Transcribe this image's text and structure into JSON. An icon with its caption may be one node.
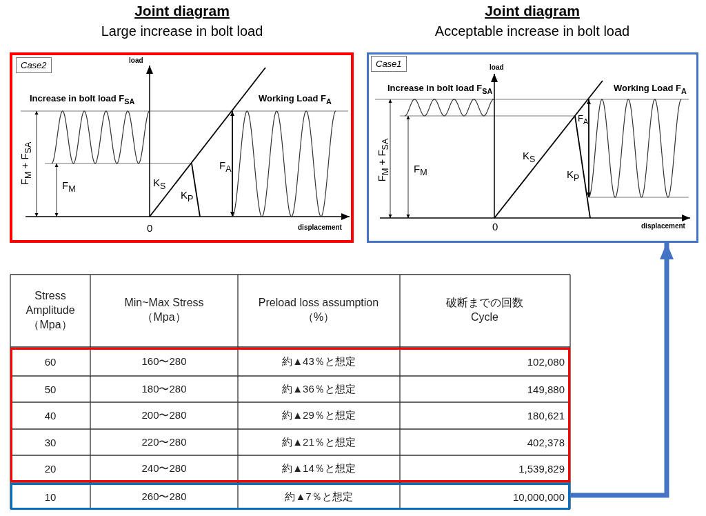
{
  "diagram": {
    "nodes": [
      {
        "text": [
          "Joint diagram",
          "Large increase in bolt load"
        ]
      },
      {
        "text": [
          "Joint diagram",
          "Acceptable increase in bolt load"
        ]
      },
      {
        "text": [
          "60",
          "160〜280",
          "約▲43％と想定",
          "102,080",
          "50",
          "180〜280",
          "約▲36％と想定",
          "149,880",
          "40",
          "200〜280",
          "約▲29％と想定",
          "180,621",
          "30",
          "220〜280",
          "約▲21％と想定",
          "402,378",
          "20",
          "240〜280",
          "約▲14％と想定",
          "1,539,829"
        ]
      },
      {
        "text": [
          "10",
          "260〜280",
          "約▲7％と想定",
          "10,000,000"
        ]
      }
    ],
    "edges": [
      {
        "from": 3,
        "to": 1,
        "arrow": "to"
      }
    ],
    "labels": [
      "Case2",
      "load",
      "Increase in bolt load F$_{SA}$",
      "Working Load F$_{A}$",
      "F$_{M}$ + F$_{SA}$",
      "F$_{M}$",
      "K$_{S}$",
      "K$_{P}$",
      "F$_{A}$",
      "0",
      "displacement",
      "Case1",
      "load",
      "Increase in bolt load F$_{SA}$",
      "Working Load F$_{A}$",
      "F$_{M}$ + F$_{SA}$",
      "F$_{M}$",
      "K$_{S}$",
      "K$_{P}$",
      "F$_{A}$",
      "0",
      "displacement",
      "Stress Amplitude （Mpa）",
      "Min~Max Stress （Mpa）",
      "Preload loss assumption （%）",
      "破断までの回数 Cycle"
    ]
  }
}
